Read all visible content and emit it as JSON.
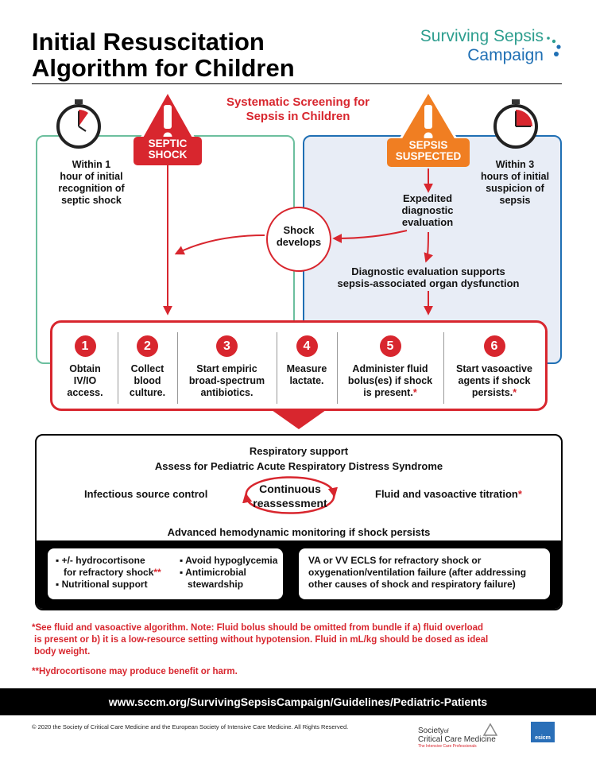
{
  "header": {
    "title_line1": "Initial Resuscitation",
    "title_line2": "Algorithm for Children",
    "logo_line1": "Surviving Sepsis",
    "logo_line2": "Campaign"
  },
  "screening": {
    "title_line1": "Systematic Screening for",
    "title_line2": "Sepsis in Children"
  },
  "left_panel": {
    "badge_line1": "SEPTIC",
    "badge_line2": "SHOCK",
    "timing": [
      "Within 1",
      "hour of initial",
      "recognition of",
      "septic shock"
    ]
  },
  "right_panel": {
    "badge_line1": "SEPSIS",
    "badge_line2": "SUSPECTED",
    "timing": [
      "Within 3",
      "hours of initial",
      "suspicion of",
      "sepsis"
    ],
    "expedited": [
      "Expedited",
      "diagnostic",
      "evaluation"
    ],
    "supports": [
      "Diagnostic evaluation supports",
      "sepsis-associated organ dysfunction"
    ]
  },
  "shock_develops": [
    "Shock",
    "develops"
  ],
  "bundle": [
    {
      "num": "1",
      "lines": [
        "Obtain",
        "IV/IO",
        "access."
      ],
      "star": ""
    },
    {
      "num": "2",
      "lines": [
        "Collect",
        "blood",
        "culture."
      ],
      "star": ""
    },
    {
      "num": "3",
      "lines": [
        "Start empiric",
        "broad-spectrum",
        "antibiotics."
      ],
      "star": ""
    },
    {
      "num": "4",
      "lines": [
        "Measure",
        "lactate."
      ],
      "star": ""
    },
    {
      "num": "5",
      "lines": [
        "Administer fluid",
        "bolus(es) if shock",
        "is present."
      ],
      "star": "*"
    },
    {
      "num": "6",
      "lines": [
        "Start vasoactive",
        "agents if shock",
        "persists."
      ],
      "star": "*"
    }
  ],
  "reassessment": {
    "resp1": "Respiratory support",
    "resp2": "Assess for Pediatric Acute Respiratory Distress Syndrome",
    "left": "Infectious source control",
    "center_line1": "Continuous",
    "center_line2": "reassessment",
    "right": "Fluid and vasoactive titration",
    "right_star": "*",
    "bottom": "Advanced hemodynamic monitoring if shock persists"
  },
  "adjuncts": {
    "left_col1": [
      "+/- hydrocortisone",
      "for refractory shock",
      "Nutritional support"
    ],
    "left_col1_star": "**",
    "left_col2": [
      "Avoid hypoglycemia",
      "Antimicrobial",
      "stewardship"
    ],
    "right": [
      "VA or VV ECLS for refractory shock or",
      "oxygenation/ventilation failure (after addressing",
      "other causes of shock and respiratory failure)"
    ]
  },
  "footnotes": {
    "f1": [
      "*See fluid and vasoactive algorithm. Note: Fluid bolus should be omitted from bundle if a) fluid overload",
      "is present or b) it is a low-resource setting without hypotension. Fluid in mL/kg should be dosed as ideal",
      "body weight."
    ],
    "f2": "**Hydrocortisone may produce benefit or harm."
  },
  "url": "www.sccm.org/SurvivingSepsisCampaign/Guidelines/Pediatric-Patients",
  "copyright": "© 2020 the Society of Critical Care Medicine and the European Society of Intensive Care Medicine. All Rights Reserved.",
  "sccm_logo": {
    "line1": "Society",
    "line1_small": "of",
    "line2": "Critical Care Medicine",
    "tagline": "The Intensive Care Professionals"
  },
  "esicm_logo": {
    "text": "esicm"
  },
  "colors": {
    "red": "#d8262e",
    "orange": "#f07e22",
    "teal": "#6cbf9e",
    "blue": "#1f6fb4"
  }
}
